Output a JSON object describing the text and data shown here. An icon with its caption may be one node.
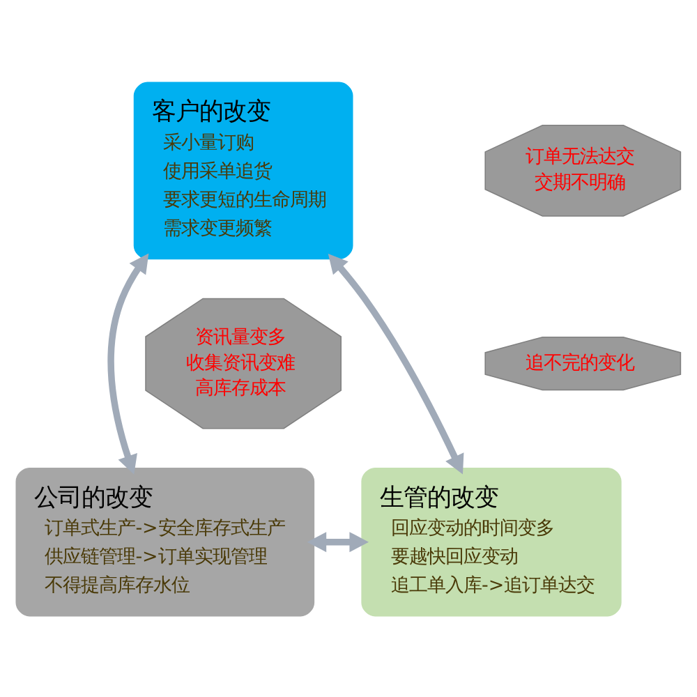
{
  "diagram": {
    "nodes": [
      {
        "text": [
          "客户的改变",
          "采小量订购",
          "使用采单追货",
          "要求更短的生命周期",
          "需求变更频繁"
        ]
      },
      {
        "text": [
          "订单无法达交",
          "交期不明确"
        ]
      },
      {
        "text": [
          "公司的改变",
          "订单式生产->安全库存式生产",
          "供应链管理->订单实现管理",
          "不得提高库存水位"
        ]
      },
      {
        "text": [
          "资讯量变多",
          "收集资讯变难",
          "高库存成本"
        ]
      },
      {
        "text": [
          "生管的改变",
          "回应变动的时间变多",
          "要越快回应变动",
          "追工单入库->追订单达交"
        ]
      },
      {
        "text": [
          "追不完的变化"
        ]
      }
    ],
    "edges": [
      {
        "from": 0,
        "to": 2,
        "arrow": "both"
      },
      {
        "from": 0,
        "to": 4,
        "arrow": "both"
      },
      {
        "from": 2,
        "to": 4,
        "arrow": "both"
      }
    ]
  }
}
